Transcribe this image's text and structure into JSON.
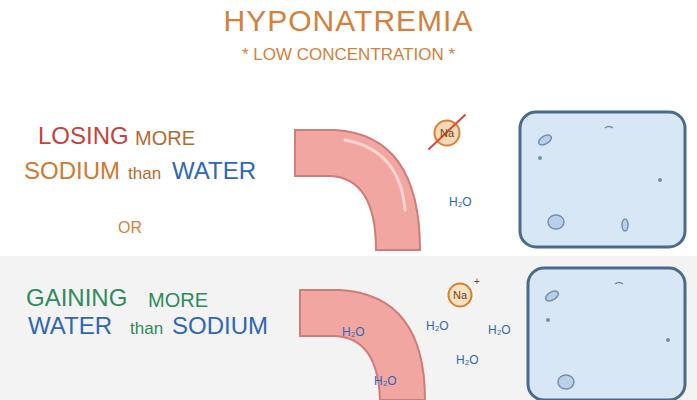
{
  "diagram": {
    "title": "HYPONATREMIA",
    "nodes": [
      {
        "text": [
          "Na"
        ]
      },
      {
        "text": [
          "Na",
          "+"
        ]
      }
    ],
    "labels": [
      "* LOW CONCENTRATION *",
      "LOSING",
      "MORE",
      "SODIUM",
      "than",
      "WATER",
      "H₂O",
      "OR",
      "GAINING",
      "MORE",
      "WATER",
      "than",
      "SODIUM",
      "H₂O",
      "H₂O",
      "H₂O",
      "H₂O",
      "H₂O"
    ]
  }
}
